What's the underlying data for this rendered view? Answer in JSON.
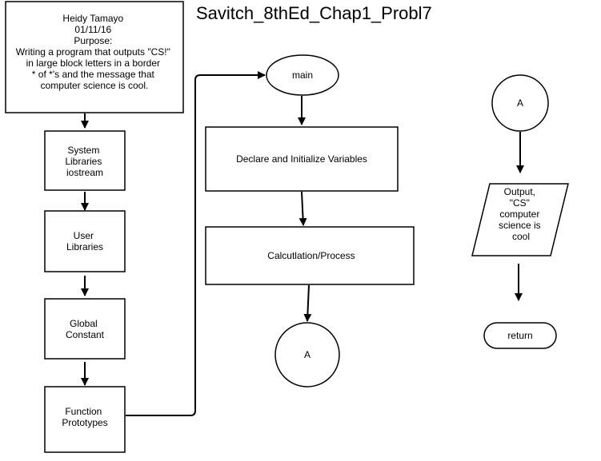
{
  "title": "Savitch_8thEd_Chap1_Probl7",
  "header_box": {
    "lines": [
      "Heidy Tamayo",
      "01/11/16",
      "Purpose:",
      "Writing a program that outputs \"CS!\"",
      "in large block letters in a border",
      "* of *'s and the message that",
      "computer science is cool."
    ]
  },
  "left_column": {
    "system_libraries": [
      "System",
      "Libraries",
      "iostream"
    ],
    "user_libraries": [
      "User",
      "Libraries"
    ],
    "global_constant": [
      "Global",
      "Constant"
    ],
    "function_prototypes": [
      "Function",
      "Prototypes"
    ]
  },
  "middle_column": {
    "main": "main",
    "declare": "Declare and Initialize Variables",
    "process": "Calcutlation/Process",
    "connector_a": "A"
  },
  "right_column": {
    "connector_a": "A",
    "output": [
      "Output,",
      "\"CS\"",
      "computer",
      "science is",
      "cool"
    ],
    "return": "return"
  },
  "colors": {
    "stroke": "#000000",
    "fill": "#ffffff"
  }
}
